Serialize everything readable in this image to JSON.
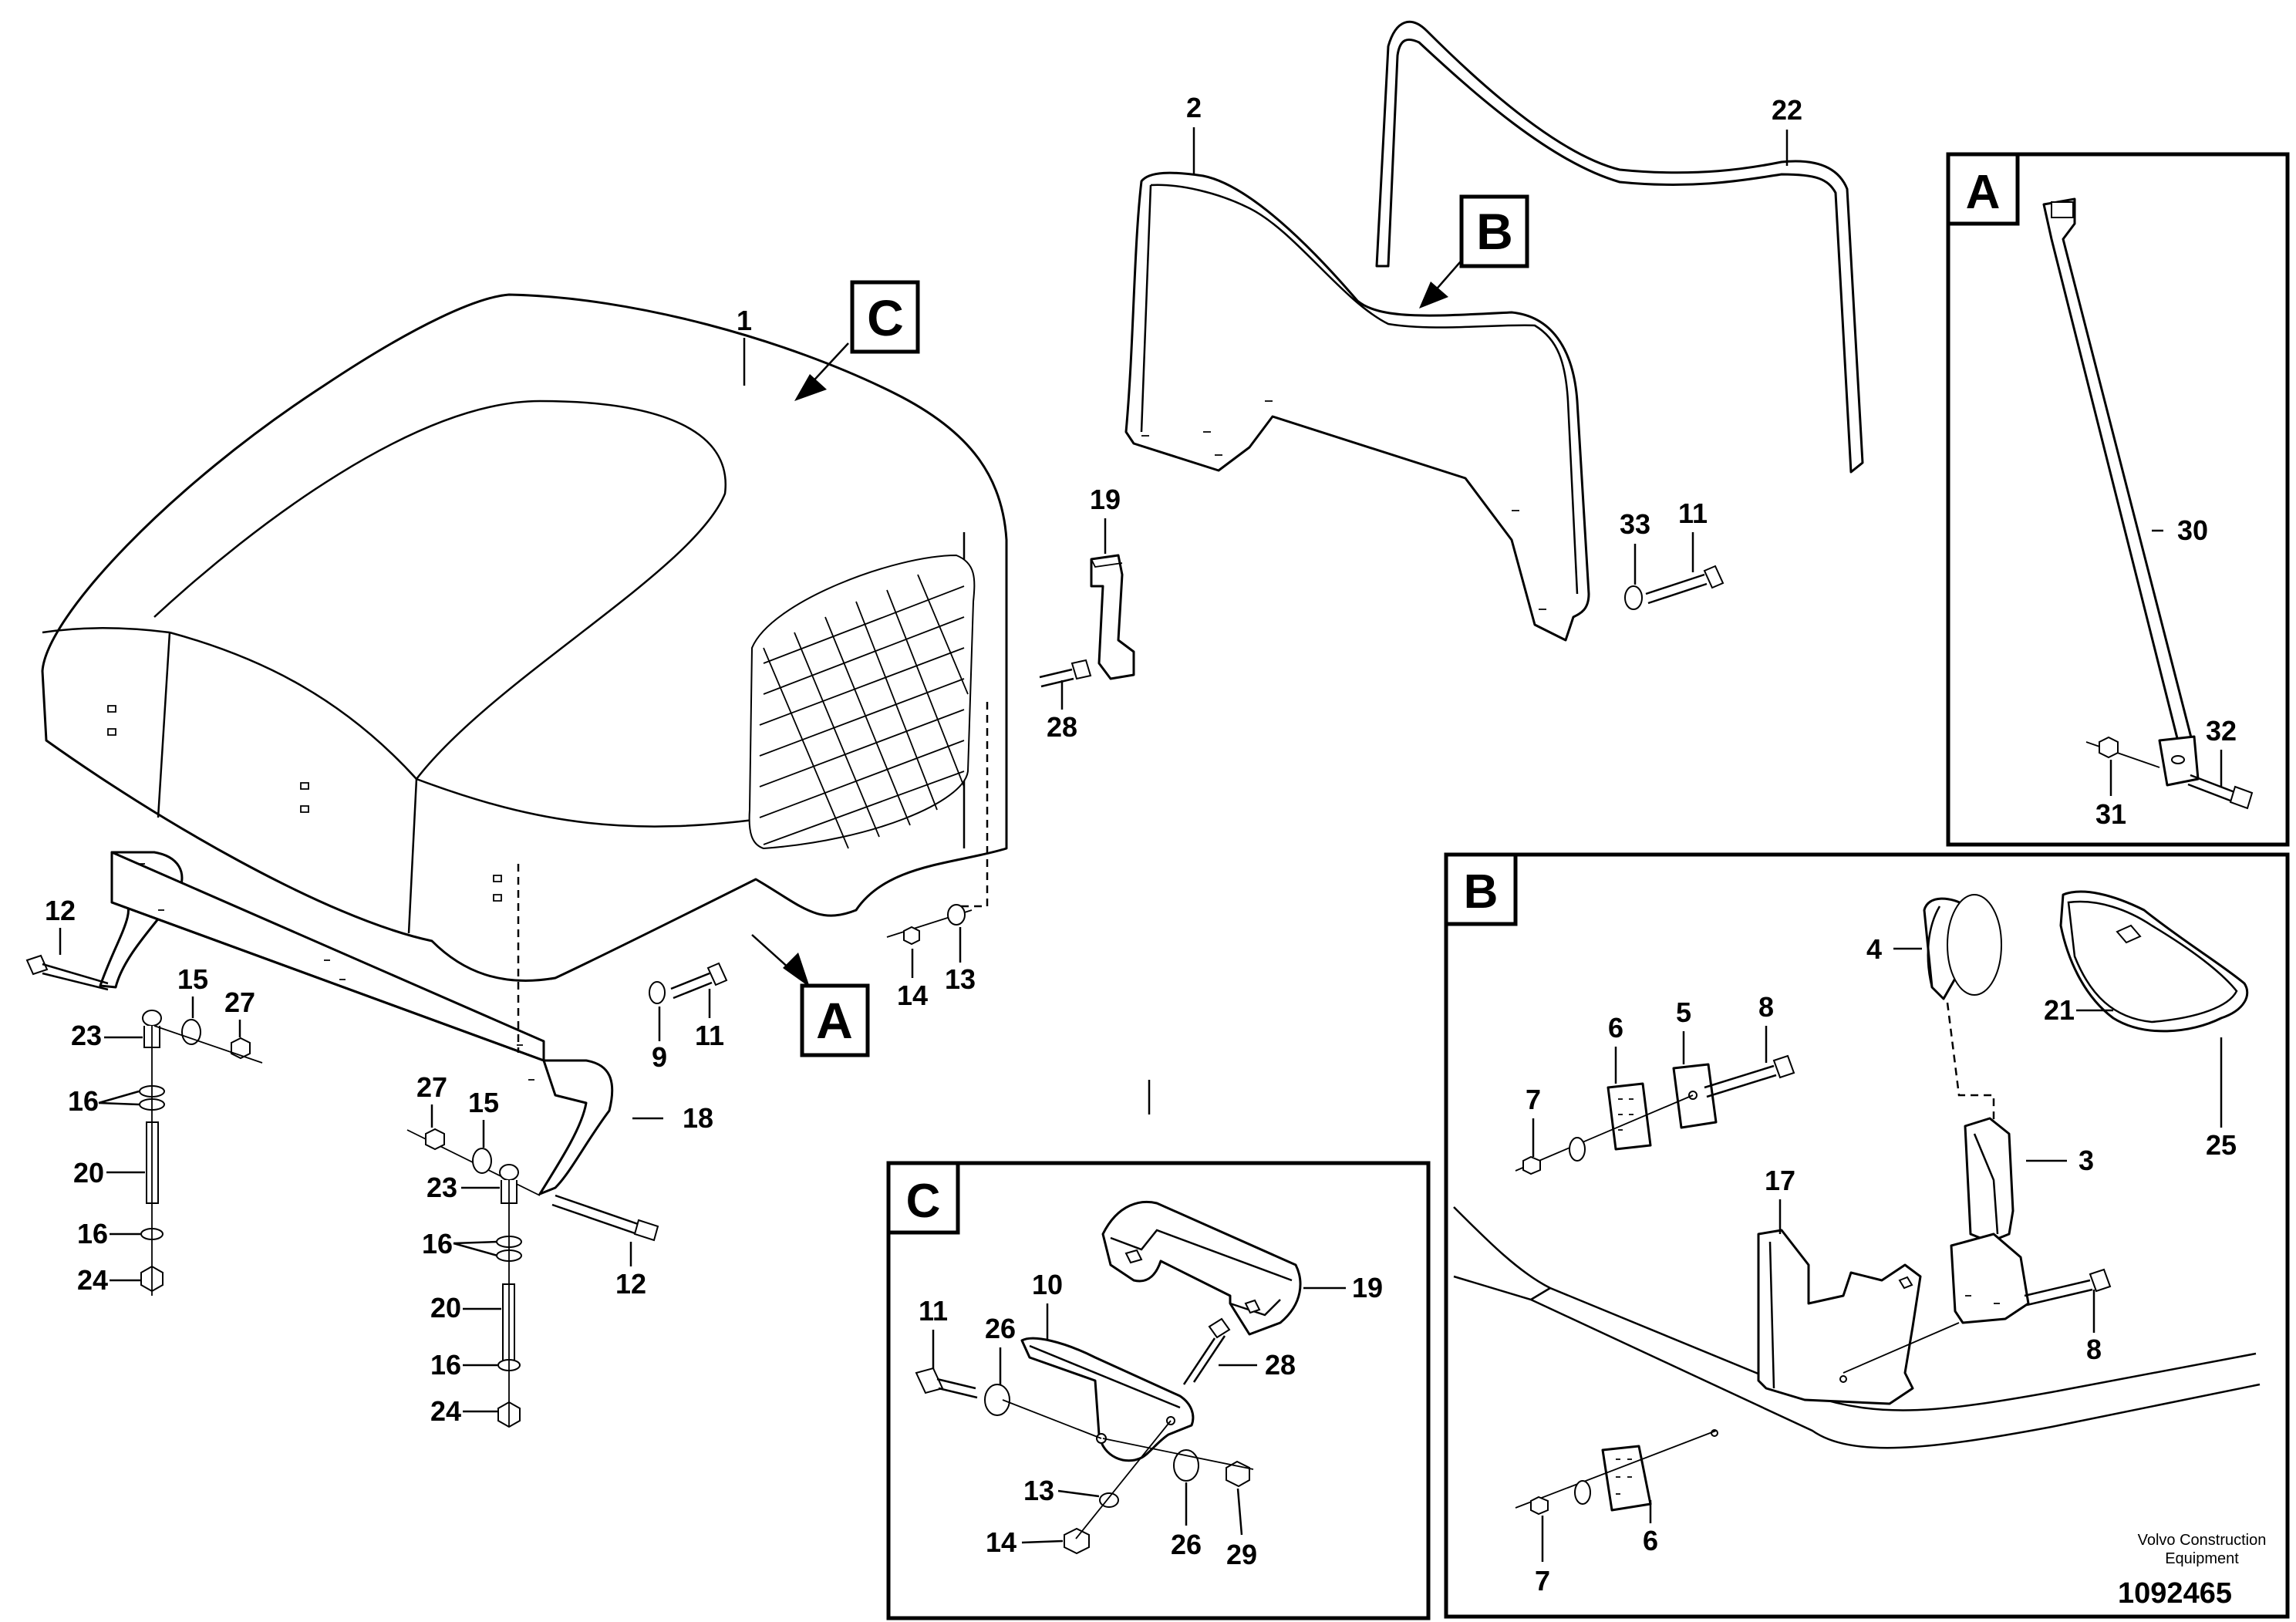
{
  "diagram": {
    "callouts": {
      "A": "A",
      "B": "B",
      "C": "C"
    },
    "views": {
      "A": {
        "title": "A"
      },
      "B": {
        "title": "B"
      },
      "C": {
        "title": "C"
      }
    },
    "labels": {
      "p1": "1",
      "p2": "2",
      "p22": "22",
      "p19": "19",
      "p28": "28",
      "p33": "33",
      "p11_top": "11",
      "p12_left": "12",
      "p15_left": "15",
      "p27_left": "27",
      "p23_left": "23",
      "p16_left_a": "16",
      "p20_left": "20",
      "p16_left_b": "16",
      "p24_left": "24",
      "p9": "9",
      "p11_mid": "11",
      "p14_mid": "14",
      "p13_mid": "13",
      "p18": "18",
      "p27_mid": "27",
      "p15_mid": "15",
      "p23_mid": "23",
      "p16_mid_a": "16",
      "p12_mid": "12",
      "p20_mid": "20",
      "p16_mid_b": "16",
      "p24_mid": "24",
      "a30": "30",
      "a32": "32",
      "a31": "31",
      "b4": "4",
      "b21": "21",
      "b25": "25",
      "b6_top": "6",
      "b5": "5",
      "b8_top": "8",
      "b7_top": "7",
      "b3": "3",
      "b17": "17",
      "b8_low": "8",
      "b6_low": "6",
      "b7_low": "7",
      "c19": "19",
      "c10": "10",
      "c11": "11",
      "c26_top": "26",
      "c28": "28",
      "c13": "13",
      "c14": "14",
      "c26_low": "26",
      "c29": "29"
    },
    "footer": {
      "company_line1": "Volvo Construction",
      "company_line2": "Equipment",
      "drawing_number": "1092465"
    }
  }
}
